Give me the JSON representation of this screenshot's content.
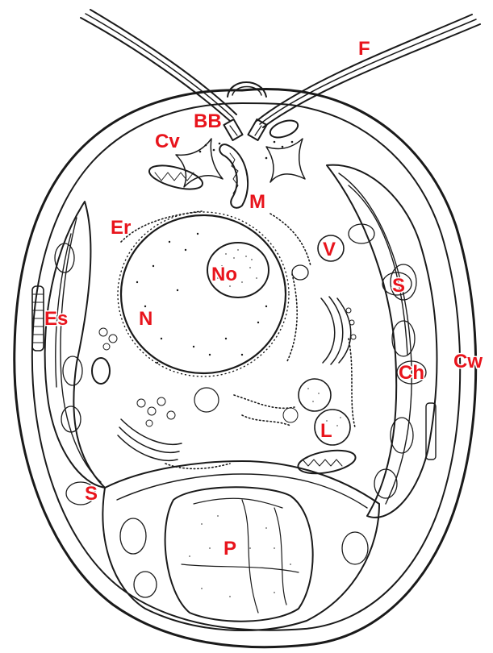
{
  "labels": {
    "flagella": "F",
    "basal_bodies": "BB",
    "contractile_vacuole": "Cv",
    "mitochondrion": "M",
    "endoplasmic_reticulum": "Er",
    "vacuole": "V",
    "nucleolus": "No",
    "nucleus": "N",
    "eyespot": "Es",
    "starch_upper": "S",
    "chloroplast": "Ch",
    "cell_wall": "Cw",
    "lipid": "L",
    "starch_lower": "S",
    "pyrenoid": "P"
  },
  "colors": {
    "label": "#e8141c",
    "ink": "#1a1a1a",
    "background": "#ffffff"
  }
}
